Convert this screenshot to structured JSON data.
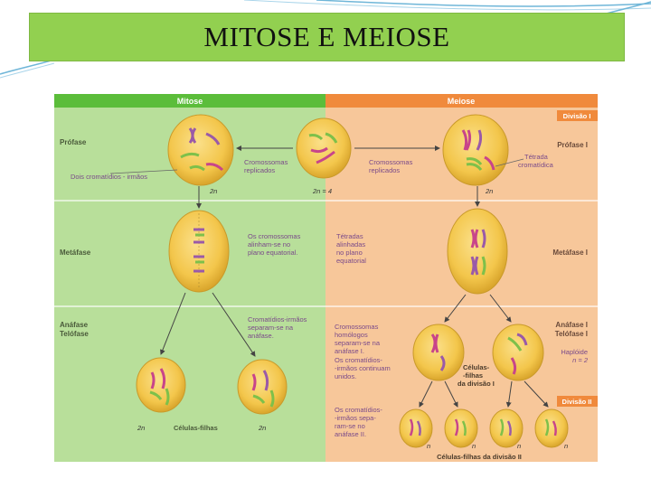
{
  "slide": {
    "title": "MITOSE E MEIOSE"
  },
  "diagram": {
    "headers": {
      "mitose": "Mitose",
      "meiose": "Meiose"
    },
    "phases": {
      "profase": "Prófase",
      "metafase": "Metáfase",
      "anafase": "Anáfase",
      "telofase": "Telófase"
    },
    "mitose_labels": {
      "dois_cromatidios": "Dois cromatídios - irmãos",
      "cromossomas_replicados_1": "Cromossomas",
      "cromossomas_replicados_2": "replicados",
      "ploidy_2n": "2n",
      "ploidy_2n4": "2n = 4",
      "alinham_1": "Os cromossomas",
      "alinham_2": "alinham-se no",
      "alinham_3": "plano equatorial.",
      "separam_1": "Cromatídios-irmãos",
      "separam_2": "separam-se na",
      "separam_3": "anáfase.",
      "celulas_filhas": "Células-filhas",
      "daughter_2n_left": "2n",
      "daughter_2n_right": "2n"
    },
    "meiose_labels": {
      "divisao_1": "Divisão I",
      "divisao_2": "Divisão II",
      "profase_1": "Prófase I",
      "metafase_1": "Metáfase I",
      "anafase_1": "Anáfase I",
      "telofase_1": "Telófase I",
      "tetrada_1": "Tétrada",
      "tetrada_2": "cromatídica",
      "cromossomas_replicados_1": "Cromossomas",
      "cromossomas_replicados_2": "replicados",
      "ploidy_2n": "2n",
      "tetradas_1": "Tétradas",
      "tetradas_2": "alinhadas",
      "tetradas_3": "no plano",
      "tetradas_4": "equatorial",
      "homologos_1": "Cromossomas",
      "homologos_2": "homólogos",
      "homologos_3": "separam-se na",
      "homologos_4": "anáfase I.",
      "homologos_5": "Os cromatídios-",
      "homologos_6": "-irmãos continuam",
      "homologos_7": "unidos.",
      "celulas_div1_1": "Células-",
      "celulas_div1_2": "-filhas",
      "celulas_div1_3": "da divisão I",
      "haploide_1": "Haplóide",
      "haploide_2": "n = 2",
      "cromatidios_1": "Os cromatídios-",
      "cromatidios_2": "-irmãos sepa-",
      "cromatidios_3": "ram-se no",
      "cromatidios_4": "anáfase II.",
      "n1": "n",
      "n2": "n",
      "n3": "n",
      "n4": "n",
      "celulas_div2": "Células-filhas da divisão II"
    },
    "colors": {
      "mitose_bg": "#b8df9a",
      "mitose_header": "#5bbd3a",
      "meiose_bg": "#f7c79a",
      "meiose_header": "#f08a3c",
      "cell": "#f3c64b",
      "label_text": "#7a4a8a",
      "chrom_green": "#7ec04a",
      "chrom_pink": "#c8458a"
    }
  }
}
